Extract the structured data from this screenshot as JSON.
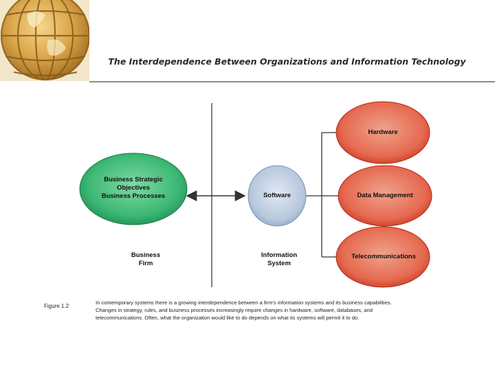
{
  "header": {
    "title": "The Interdependence Between Organizations and Information Technology",
    "logo": "globe-icon"
  },
  "diagram": {
    "business_ellipse_lines": [
      "Business Strategic",
      "Objectives",
      "Business Processes"
    ],
    "software_label": "Software",
    "hardware_label": "Hardware",
    "data_management_label": "Data Management",
    "telecom_label": "Telecommunications",
    "business_firm_lines": [
      "Business",
      "Firm"
    ],
    "information_system_lines": [
      "Information",
      "System"
    ],
    "colors": {
      "business_fill": "#4fbf82",
      "software_fill": "#b9c9de",
      "it_fill": "#e8725a",
      "connector": "#333333"
    }
  },
  "figure": {
    "label": "Figure 1.2",
    "caption_lines": [
      "In contemporary systems there is a growing interdependence between a firm's information systems and its business capabilities.",
      "Changes in strategy, rules, and business processes increasingly require changes in hardware, software, databases, and",
      "telecommunications. Often, what the organization would like to do depends on what its systems will permit it to do."
    ]
  }
}
